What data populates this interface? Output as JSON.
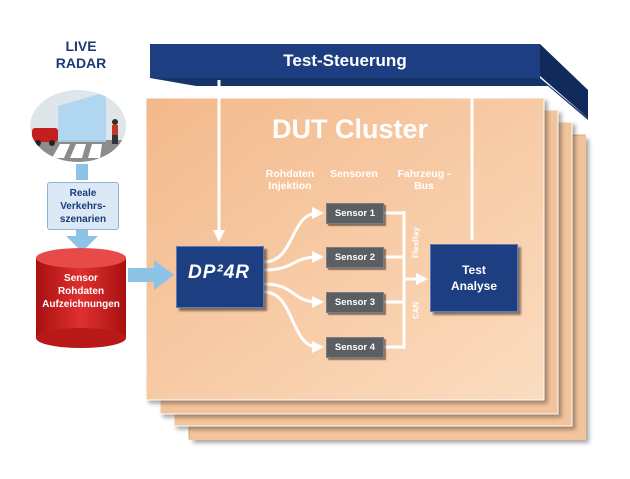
{
  "live_radar": [
    "LIVE",
    "RADAR"
  ],
  "scenario_label": [
    "Reale",
    "Verkehrs-",
    "szenarien"
  ],
  "recordings_label": [
    "Sensor",
    "Rohdaten",
    "Aufzeichnungen"
  ],
  "test_control": "Test-Steuerung",
  "dut_cluster": "DUT Cluster",
  "columns": {
    "raw_injection": [
      "Rohdaten",
      "Injektion"
    ],
    "sensors": "Sensoren",
    "vehicle_bus": [
      "Fahrzeug -",
      "Bus"
    ]
  },
  "dp_label": "DP²4R",
  "sensors": [
    "Sensor 1",
    "Sensor 2",
    "Sensor 3",
    "Sensor 4"
  ],
  "bus_labels": {
    "flexray": "FlexRay",
    "can": "CAN"
  },
  "test_analysis": [
    "Test",
    "Analyse"
  ],
  "colors": {
    "navy": "#1d3e80",
    "cluster": "#f5c79c",
    "arrow_blue": "#8ec3e8",
    "red": "#d42a2a",
    "sensor_gray": "#5b5f63"
  }
}
